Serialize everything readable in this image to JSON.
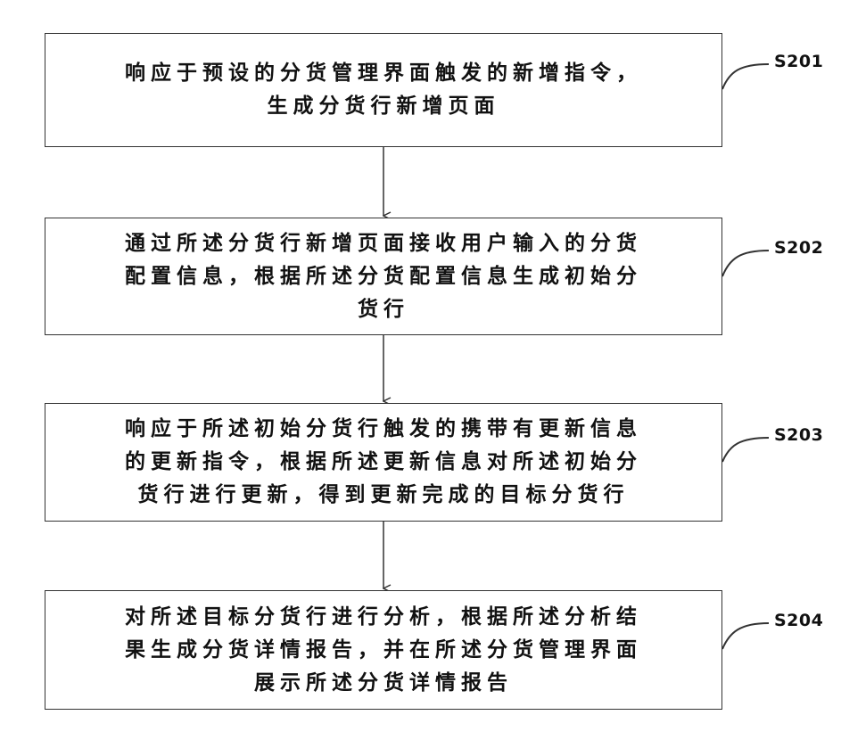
{
  "steps": [
    {
      "id": "S201",
      "text": "响应于预设的分货管理界面触发的新增指令，\n生成分货行新增页面"
    },
    {
      "id": "S202",
      "text": "通过所述分货行新增页面接收用户输入的分货\n配置信息，根据所述分货配置信息生成初始分\n货行"
    },
    {
      "id": "S203",
      "text": "响应于所述初始分货行触发的携带有更新信息\n的更新指令，根据所述更新信息对所述初始分\n货行进行更新，得到更新完成的目标分货行"
    },
    {
      "id": "S204",
      "text": "对所述目标分货行进行分析，根据所述分析结\n果生成分货详情报告，并在所述分货管理界面\n展示所述分货详情报告"
    }
  ]
}
